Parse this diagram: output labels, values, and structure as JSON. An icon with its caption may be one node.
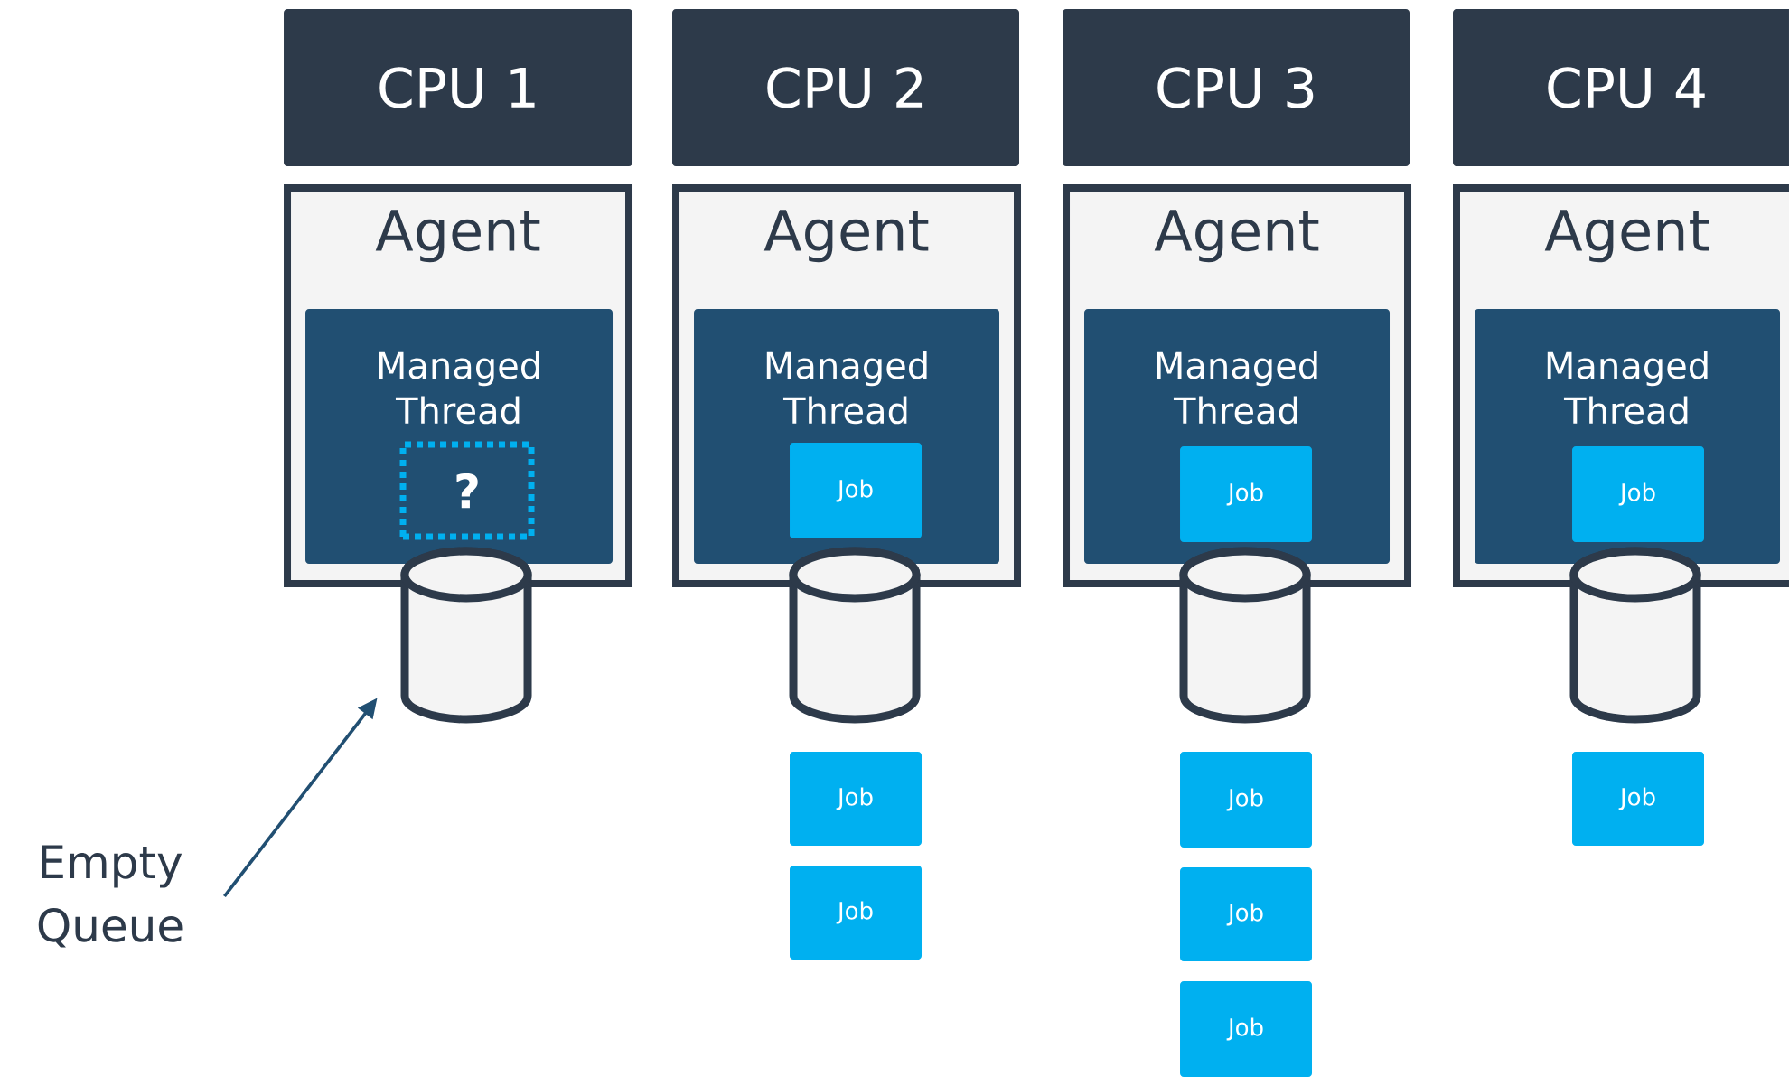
{
  "diagram": {
    "nodes": [
      {
        "text": [
          "CPU 1"
        ]
      },
      {
        "text": [
          "Agent"
        ]
      },
      {
        "text": [
          "Managed Thread"
        ],
        "in": 1
      },
      {
        "text": [
          "?"
        ],
        "in": 2
      },
      {
        "text": [],
        "shape": "cylinder"
      },
      {
        "text": [
          "CPU 2"
        ]
      },
      {
        "text": [
          "Agent"
        ]
      },
      {
        "text": [
          "Managed Thread"
        ],
        "in": 6
      },
      {
        "text": [
          "Job"
        ],
        "in": 7
      },
      {
        "text": [],
        "shape": "cylinder"
      },
      {
        "text": [
          "Job"
        ]
      },
      {
        "text": [
          "Job"
        ]
      },
      {
        "text": [
          "CPU 3"
        ]
      },
      {
        "text": [
          "Agent"
        ]
      },
      {
        "text": [
          "Managed Thread"
        ],
        "in": 13
      },
      {
        "text": [
          "Job"
        ],
        "in": 14
      },
      {
        "text": [],
        "shape": "cylinder"
      },
      {
        "text": [
          "Job"
        ]
      },
      {
        "text": [
          "Job"
        ]
      },
      {
        "text": [
          "Job"
        ]
      },
      {
        "text": [
          "CPU 4"
        ]
      },
      {
        "text": [
          "Agent"
        ]
      },
      {
        "text": [
          "Managed Thread"
        ],
        "in": 21
      },
      {
        "text": [
          "Job"
        ],
        "in": 22
      },
      {
        "text": [],
        "shape": "cylinder"
      },
      {
        "text": [
          "Job"
        ]
      },
      {
        "text": [
          "Empty Queue"
        ]
      }
    ],
    "edges": [
      {
        "from": 26,
        "to": 4,
        "arrow": "to"
      }
    ]
  }
}
